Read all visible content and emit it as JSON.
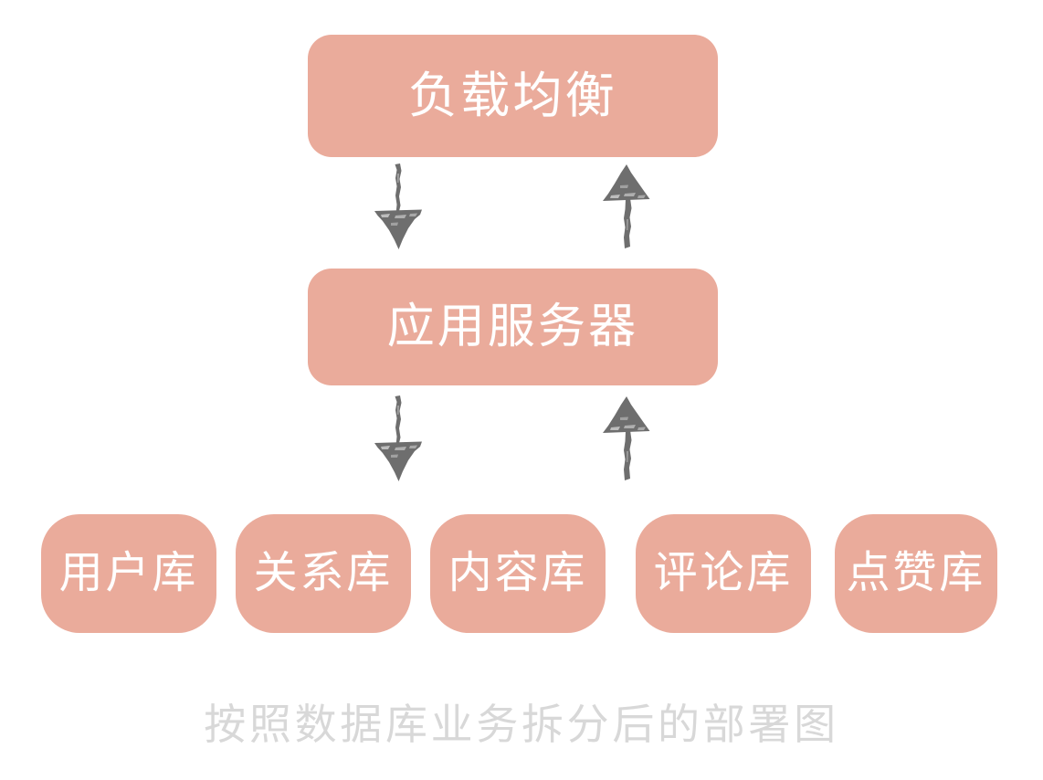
{
  "diagram": {
    "caption": "按照数据库业务拆分后的部署图",
    "colors": {
      "node_fill": "#eaab9b",
      "node_text": "#ffffff",
      "arrow": "#6e6e6e",
      "caption_text": "#d8d8d8",
      "background": "#ffffff"
    },
    "tiers": {
      "load_balancer": {
        "label": "负载均衡"
      },
      "app_server": {
        "label": "应用服务器"
      },
      "databases": [
        {
          "label": "用户库"
        },
        {
          "label": "关系库"
        },
        {
          "label": "内容库"
        },
        {
          "label": "评论库"
        },
        {
          "label": "点赞库"
        }
      ]
    },
    "connections": [
      {
        "name": "lb-to-app",
        "direction": "down",
        "from": "负载均衡",
        "to": "应用服务器"
      },
      {
        "name": "app-to-lb",
        "direction": "up",
        "from": "应用服务器",
        "to": "负载均衡"
      },
      {
        "name": "app-to-db",
        "direction": "down",
        "from": "应用服务器",
        "to": "数据库"
      },
      {
        "name": "db-to-app",
        "direction": "up",
        "from": "数据库",
        "to": "应用服务器"
      }
    ]
  }
}
